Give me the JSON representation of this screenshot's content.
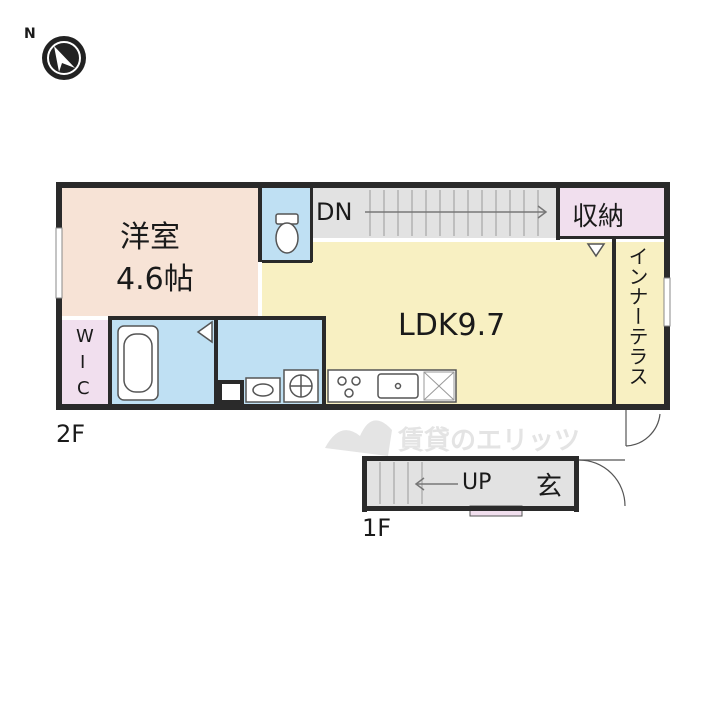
{
  "compass": {
    "north_label": "N",
    "icon": "north-compass-icon"
  },
  "floor2": {
    "floor_label": "2F",
    "rooms": {
      "western_room": {
        "name": "洋室",
        "size": "4.6帖",
        "color": "#f7e3d6"
      },
      "wic": {
        "letters": [
          "W",
          "I",
          "C"
        ],
        "color": "#f1dfee"
      },
      "ldk": {
        "name": "LDK9.7",
        "color": "#f8f0c2"
      },
      "storage": {
        "name": "収納",
        "color": "#f1dfee"
      },
      "inner_terrace": {
        "name": "インナーテラス",
        "color": "#f8f0c2"
      },
      "stairs_down": {
        "label": "DN"
      },
      "water_color": "#bfe0f3",
      "stair_color": "#e2e2e2"
    }
  },
  "floor1": {
    "floor_label": "1F",
    "stairs_up": {
      "label": "UP"
    },
    "entrance": {
      "name": "玄"
    }
  },
  "watermark": {
    "text": "賃貸のエリッツ"
  }
}
